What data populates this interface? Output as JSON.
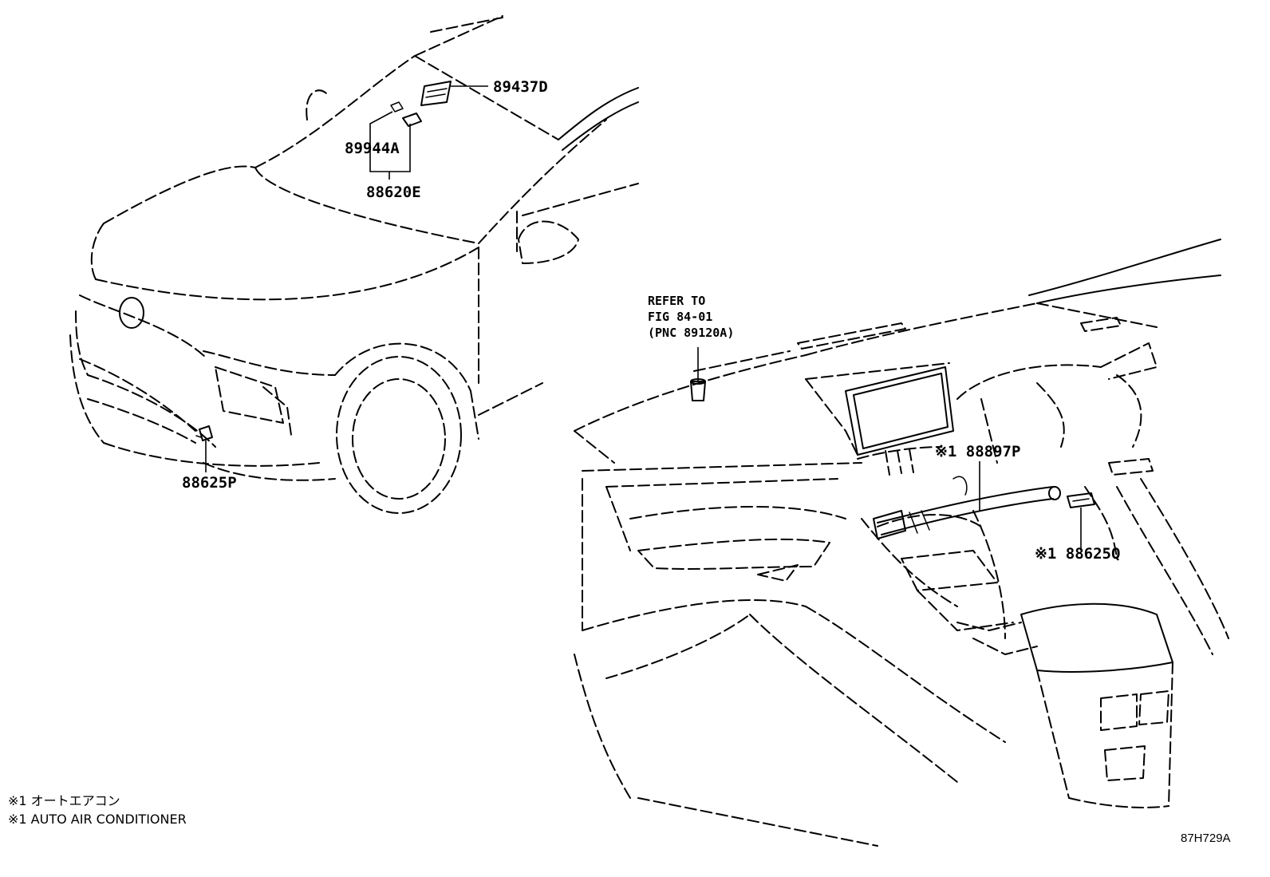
{
  "parts": {
    "p89437D": "89437D",
    "p89944A": "89944A",
    "p88620E": "88620E",
    "p88625P": "88625P",
    "p88897P": "※1 88897P",
    "p88625Q": "※1 88625Q"
  },
  "reference": {
    "line1": "REFER TO",
    "line2": "FIG 84-01",
    "line3": "(PNC 89120A)"
  },
  "notes": {
    "jp": "※1 オートエアコン",
    "en": "※1 AUTO AIR CONDITIONER"
  },
  "diagram_code": "87H729A"
}
